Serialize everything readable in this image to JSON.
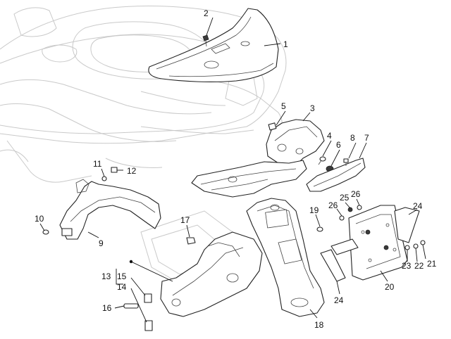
{
  "callouts": [
    {
      "id": "c1",
      "text": "1"
    },
    {
      "id": "c2",
      "text": "2"
    },
    {
      "id": "c3",
      "text": "3"
    },
    {
      "id": "c4",
      "text": "4"
    },
    {
      "id": "c5",
      "text": "5"
    },
    {
      "id": "c6",
      "text": "6"
    },
    {
      "id": "c7",
      "text": "7"
    },
    {
      "id": "c8",
      "text": "8"
    },
    {
      "id": "c9",
      "text": "9"
    },
    {
      "id": "c10",
      "text": "10"
    },
    {
      "id": "c11",
      "text": "11"
    },
    {
      "id": "c12",
      "text": "12"
    },
    {
      "id": "c13",
      "text": "13"
    },
    {
      "id": "c14",
      "text": "14"
    },
    {
      "id": "c15",
      "text": "15"
    },
    {
      "id": "c16",
      "text": "16"
    },
    {
      "id": "c17",
      "text": "17"
    },
    {
      "id": "c18",
      "text": "18"
    },
    {
      "id": "c19",
      "text": "19"
    },
    {
      "id": "c20",
      "text": "20"
    },
    {
      "id": "c21",
      "text": "21"
    },
    {
      "id": "c22",
      "text": "22"
    },
    {
      "id": "c23",
      "text": "23"
    },
    {
      "id": "c24a",
      "text": "24"
    },
    {
      "id": "c24b",
      "text": "24"
    },
    {
      "id": "c25",
      "text": "25"
    },
    {
      "id": "c26a",
      "text": "26"
    },
    {
      "id": "c26b",
      "text": "26"
    }
  ]
}
